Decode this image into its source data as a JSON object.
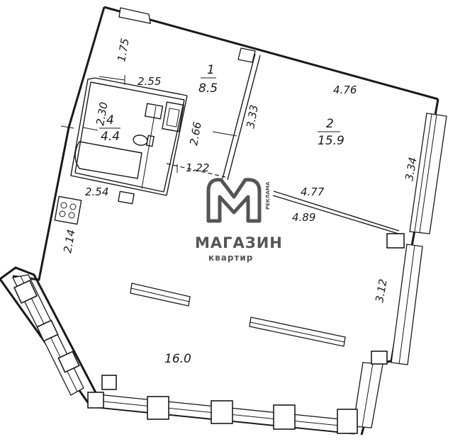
{
  "rooms": [
    {
      "number": "1",
      "area": "8.5"
    },
    {
      "number": "2",
      "area": "15.9"
    },
    {
      "number": "4",
      "area": "4.4"
    },
    {
      "number": "",
      "area": "16.0"
    }
  ],
  "dimensions": {
    "d_1_75": "1.75",
    "d_2_55": "2.55",
    "d_2_30": "2.30",
    "d_2_66": "2.66",
    "d_3_33": "3.33",
    "d_1_22": "1.22",
    "d_4_76": "4.76",
    "d_3_34": "3.34",
    "d_4_77": "4.77",
    "d_4_89": "4.89",
    "d_2_54": "2.54",
    "d_2_14": "2.14",
    "d_3_12": "3.12"
  },
  "watermark": {
    "title": "МАГАЗИН",
    "subtitle": "квартир",
    "ad_label": "РЕКЛАМА",
    "logo_color": "#555555"
  }
}
